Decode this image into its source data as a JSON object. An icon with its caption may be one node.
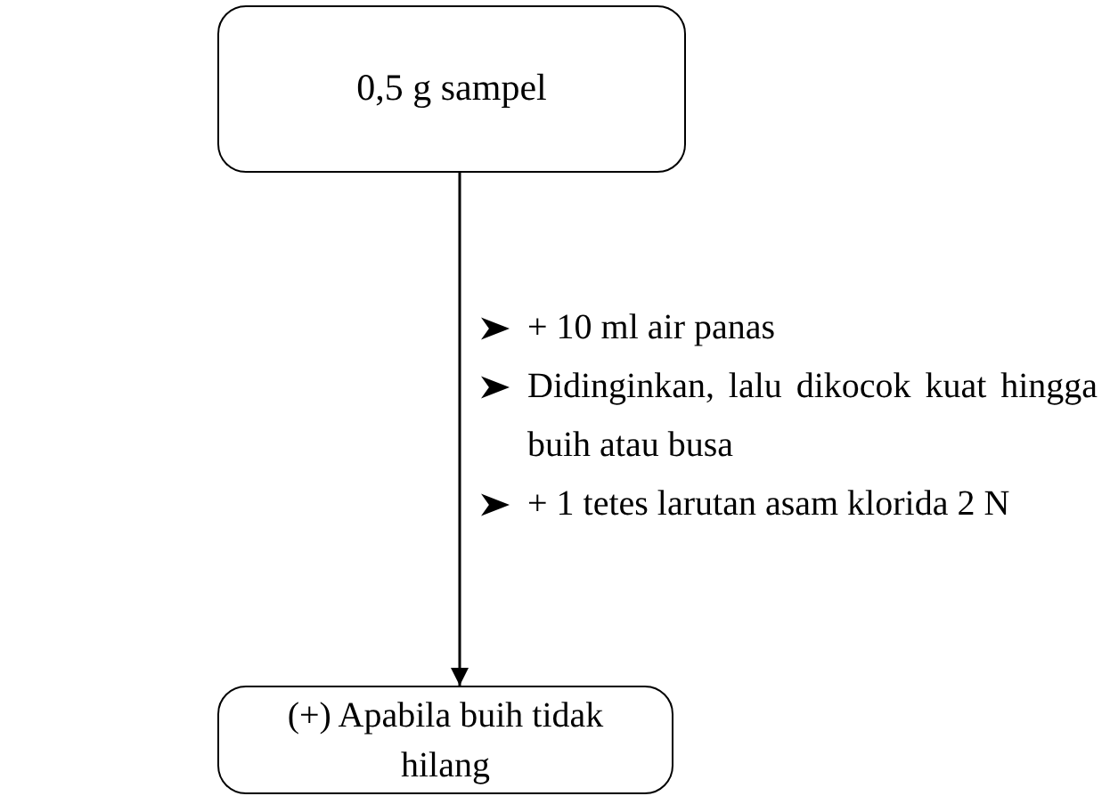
{
  "diagram": {
    "nodes": [
      {
        "text": [
          "0,5 g sampel"
        ]
      },
      {
        "text": [
          "(+) Apabila buih tidak hilang"
        ]
      }
    ],
    "edges": [
      {
        "from": 0,
        "to": 1,
        "arrow": "to"
      }
    ],
    "labels": [
      "+ 10 ml air panas",
      "Didinginkan, lalu dikocok kuat hingga buih atau busa",
      "+ 1 tetes larutan asam klorida 2 N"
    ]
  }
}
